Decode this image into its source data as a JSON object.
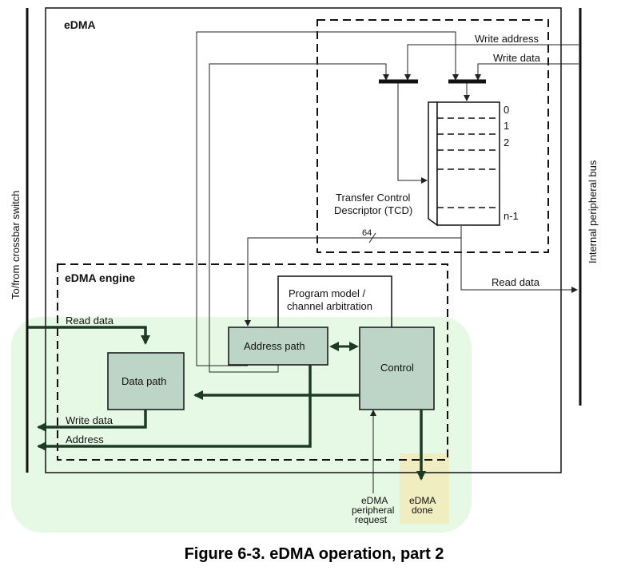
{
  "diagram": {
    "edma_title": "eDMA",
    "engine_title": "eDMA engine",
    "left_bus_label": "To/from crossbar switch",
    "right_bus_label": "Internal peripheral bus",
    "write_address": "Write address",
    "write_data_top": "Write data",
    "tcd_rows": [
      "0",
      "1",
      "2",
      "n-1"
    ],
    "tcd_label_line1": "Transfer Control",
    "tcd_label_line2": "Descriptor (TCD)",
    "bus_width": "64",
    "read_data_right": "Read data",
    "program_model_line1": "Program model /",
    "program_model_line2": "channel arbitration",
    "address_path": "Address path",
    "control": "Control",
    "data_path": "Data path",
    "read_data_left": "Read data",
    "write_data_left": "Write data",
    "address_left": "Address",
    "periph_req_line1": "eDMA",
    "periph_req_line2": "peripheral",
    "periph_req_line3": "request",
    "done_line1": "eDMA",
    "done_line2": "done"
  },
  "caption": "Figure 6-3. eDMA operation, part 2",
  "colors": {
    "highlight_green": "#e6f9e4",
    "highlight_yellow": "#f0eec0",
    "block_fill": "#bdd5c6",
    "dark_arrow": "#1c3a26"
  }
}
